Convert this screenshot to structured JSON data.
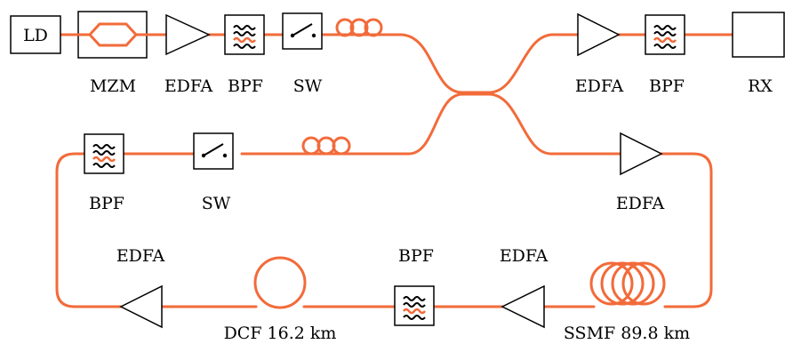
{
  "colors": {
    "fiber": "#f26b3a",
    "outline": "#000000",
    "background": "#ffffff"
  },
  "labels": {
    "ld": "LD",
    "mzm": "MZM",
    "edfa_tx": "EDFA",
    "bpf_tx": "BPF",
    "sw_tx": "SW",
    "edfa_rx": "EDFA",
    "bpf_rx": "BPF",
    "rx": "RX",
    "bpf_loop_left": "BPF",
    "sw_loop": "SW",
    "edfa_loop_right": "EDFA",
    "edfa_loop_bottom_left": "EDFA",
    "bpf_loop_bottom": "BPF",
    "edfa_loop_bottom_right": "EDFA",
    "dcf": "DCF 16.2 km",
    "ssmf": "SSMF 89.8 km"
  }
}
